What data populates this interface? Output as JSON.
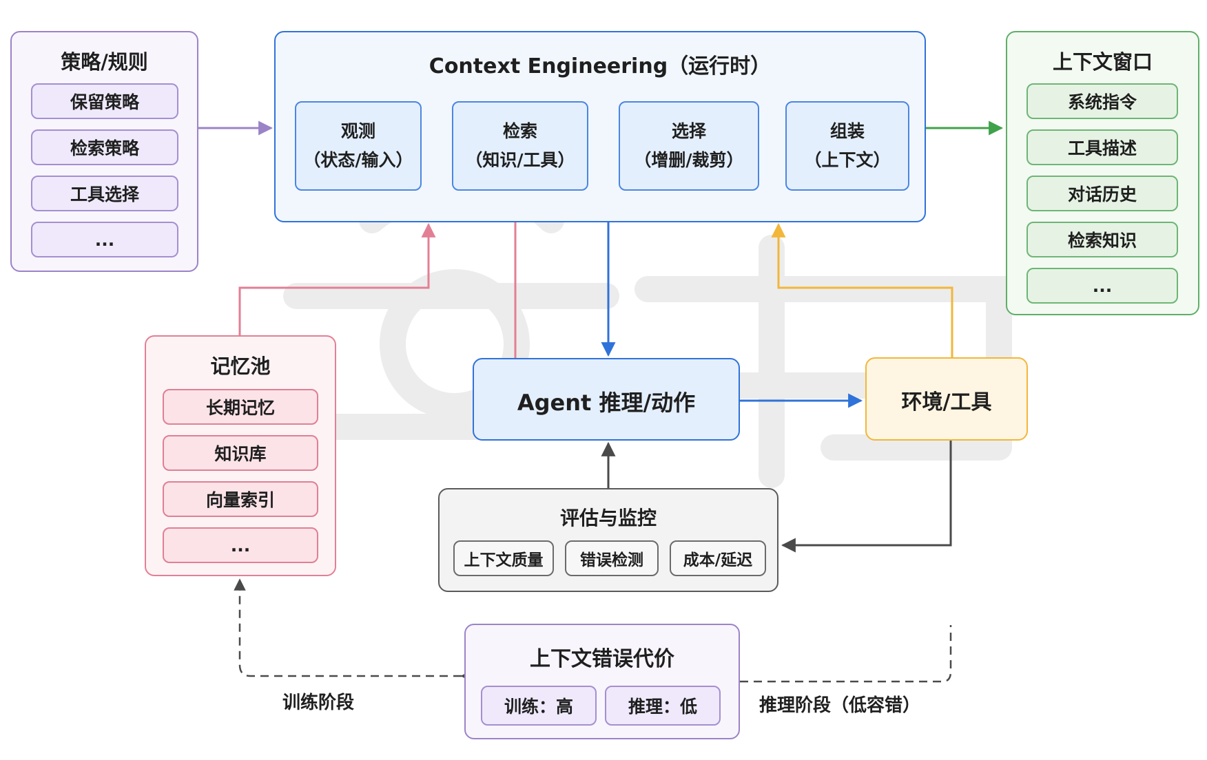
{
  "policy": {
    "title": "策略/规则",
    "items": [
      "保留策略",
      "检索策略",
      "工具选择",
      "..."
    ]
  },
  "context_engineering": {
    "title": "Context Engineering（运行时）",
    "steps": [
      {
        "name": "观测",
        "sub": "（状态/输入）"
      },
      {
        "name": "检索",
        "sub": "（知识/工具）"
      },
      {
        "name": "选择",
        "sub": "（增删/裁剪）"
      },
      {
        "name": "组装",
        "sub": "（上下文）"
      }
    ]
  },
  "context_window": {
    "title": "上下文窗口",
    "items": [
      "系统指令",
      "工具描述",
      "对话历史",
      "检索知识",
      "..."
    ]
  },
  "memory": {
    "title": "记忆池",
    "items": [
      "长期记忆",
      "知识库",
      "向量索引",
      "..."
    ]
  },
  "agent": {
    "label": "Agent 推理/动作"
  },
  "env": {
    "label": "环境/工具"
  },
  "eval": {
    "title": "评估与监控",
    "items": [
      "上下文质量",
      "错误检测",
      "成本/延迟"
    ]
  },
  "cost": {
    "title": "上下文错误代价",
    "items": [
      "训练：高",
      "推理：低"
    ]
  },
  "edge_labels": {
    "training": "训练阶段",
    "inference": "推理阶段（低容错）"
  },
  "colors": {
    "purple": "#9b83c7",
    "blue": "#2f72d9",
    "green": "#3fa24a",
    "pink": "#e27f95",
    "orange": "#f2b63a",
    "gray": "#4a4a4a"
  }
}
